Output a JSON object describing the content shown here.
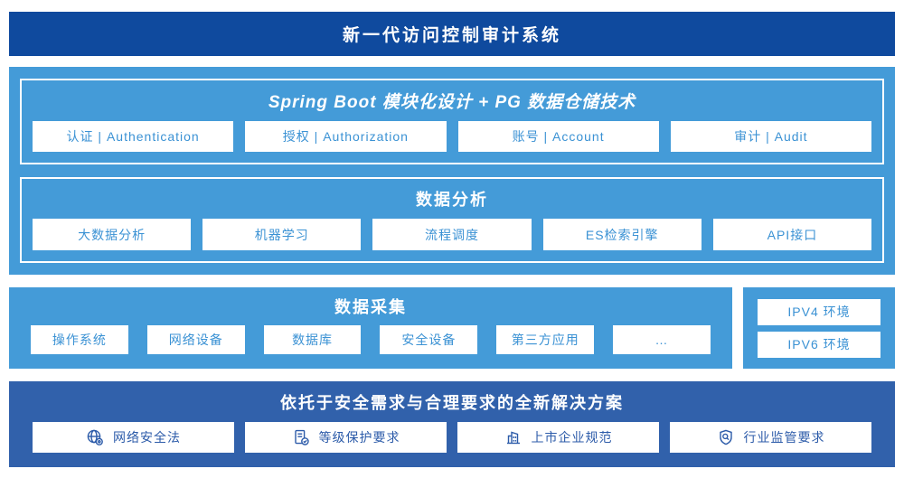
{
  "title": "新一代访问控制审计系统",
  "colors": {
    "banner_blue": "#0f4a9e",
    "light_blue": "#449bd8",
    "solution_blue": "#3161ab",
    "node_text_blue": "#3b92d4",
    "solution_text_blue": "#2c5ba9"
  },
  "platform": {
    "modules_header": "Spring Boot 模块化设计 + PG 数据仓储技术",
    "modules": [
      "认证 | Authentication",
      "授权 | Authorization",
      "账号 | Account",
      "审计 | Audit"
    ],
    "analysis_header": "数据分析",
    "analysis": [
      "大数据分析",
      "机器学习",
      "流程调度",
      "ES检索引擎",
      "API接口"
    ]
  },
  "collection": {
    "header": "数据采集",
    "items": [
      "操作系统",
      "网络设备",
      "数据库",
      "安全设备",
      "第三方应用",
      "…"
    ]
  },
  "environments": [
    "IPV4 环境",
    "IPV6 环境"
  ],
  "solution": {
    "header": "依托于安全需求与合理要求的全新解决方案",
    "items": [
      {
        "icon": "globe-security-icon",
        "label": "网络安全法"
      },
      {
        "icon": "document-check-icon",
        "label": "等级保护要求"
      },
      {
        "icon": "building-icon",
        "label": "上市企业规范"
      },
      {
        "icon": "shield-search-icon",
        "label": "行业监管要求"
      }
    ]
  }
}
